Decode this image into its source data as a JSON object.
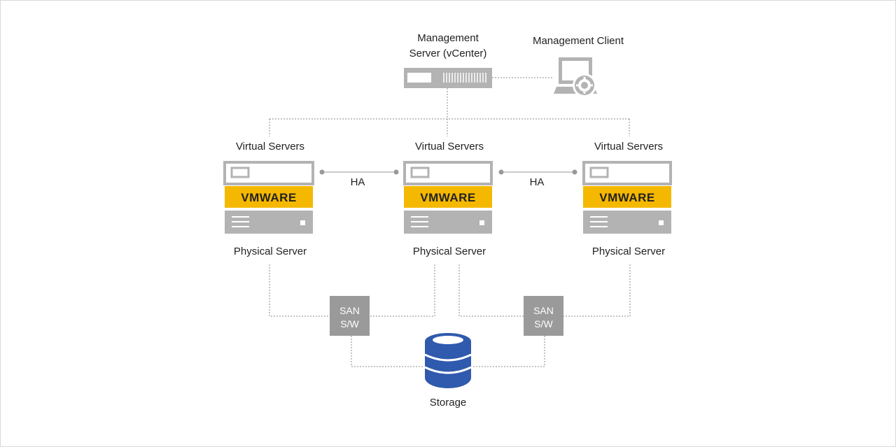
{
  "management_server": {
    "label_line1": "Management",
    "label_line2": "Server (vCenter)"
  },
  "management_client": {
    "label": "Management Client"
  },
  "servers": [
    {
      "top_label": "Virtual Servers",
      "hypervisor": "VMWARE",
      "bottom_label": "Physical Server"
    },
    {
      "top_label": "Virtual Servers",
      "hypervisor": "VMWARE",
      "bottom_label": "Physical Server"
    },
    {
      "top_label": "Virtual Servers",
      "hypervisor": "VMWARE",
      "bottom_label": "Physical Server"
    }
  ],
  "ha_links": [
    {
      "label": "HA"
    },
    {
      "label": "HA"
    }
  ],
  "san_switches": [
    {
      "line1": "SAN",
      "line2": "S/W"
    },
    {
      "line1": "SAN",
      "line2": "S/W"
    }
  ],
  "storage": {
    "label": "Storage"
  },
  "colors": {
    "server_gray": "#b3b3b3",
    "hypervisor_yellow": "#f5b800",
    "storage_blue": "#2f5aad",
    "san_gray": "#9a9a9a",
    "line": "#888888"
  }
}
